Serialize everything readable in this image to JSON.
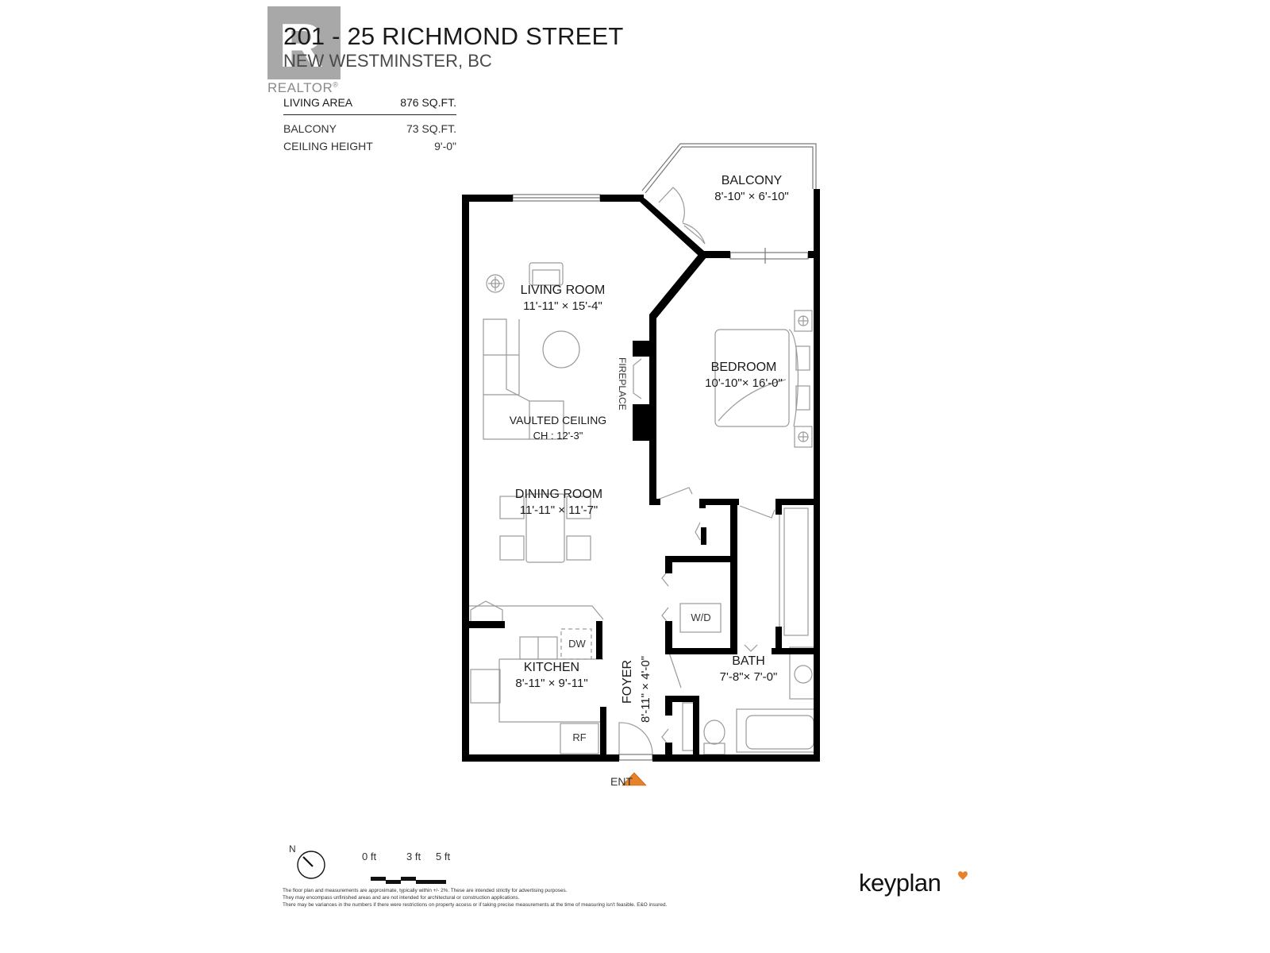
{
  "header": {
    "title": "201 - 25 RICHMOND STREET",
    "subtitle": "NEW WESTMINSTER, BC",
    "watermark": {
      "glyph": "R",
      "word": "REALTOR",
      "registered": "®"
    }
  },
  "stats": [
    {
      "label": "LIVING AREA",
      "value": "876 SQ.FT."
    },
    {
      "label": "BALCONY",
      "value": "73 SQ.FT."
    },
    {
      "label": "CEILING HEIGHT",
      "value": "9'-0\""
    }
  ],
  "rooms": {
    "balcony": {
      "name": "BALCONY",
      "dims": "8'-10\" × 6'-10\""
    },
    "living_room": {
      "name": "LIVING ROOM",
      "dims": "11'-11\" × 15'-4\""
    },
    "vaulted": {
      "name": "VAULTED CEILING",
      "dims": "CH : 12'-3\""
    },
    "bedroom": {
      "name": "BEDROOM",
      "dims": "10'-10\"× 16'-0\""
    },
    "dining_room": {
      "name": "DINING ROOM",
      "dims": "11'-11\" × 11'-7\""
    },
    "kitchen": {
      "name": "KITCHEN",
      "dims": "8'-11\" × 9'-11\""
    },
    "foyer": {
      "name": "FOYER",
      "dims": "8'-11\" × 4'-0\""
    },
    "bath": {
      "name": "BATH",
      "dims": "7'-8\"× 7'-0\""
    }
  },
  "fixtures": {
    "fireplace": "FIREPLACE",
    "washer_dryer": "W/D",
    "dishwasher": "DW",
    "refrigerator": "RF"
  },
  "entrance": {
    "label": "ENT",
    "color": "#E8822A"
  },
  "legend": {
    "north": "N",
    "scale": [
      "0 ft",
      "3 ft",
      "5 ft"
    ]
  },
  "disclaimer": [
    "The floor plan and measurements are approximate, typically within +/- 2%. These are intended strictly for advertising purposes.",
    "They may encompass unfinished areas and are not intended for architectural or construction applications.",
    "There may be variances in the numbers if there were restrictions on property access or if taking precise measurements at the time of measuring isn't feasible. E&O insured."
  ],
  "brand": {
    "name": "keyplan",
    "accent": "#E8822A"
  },
  "colors": {
    "wall": "#000000",
    "fixture_line": "#9a9a9a",
    "text": "#1a1a1a"
  }
}
